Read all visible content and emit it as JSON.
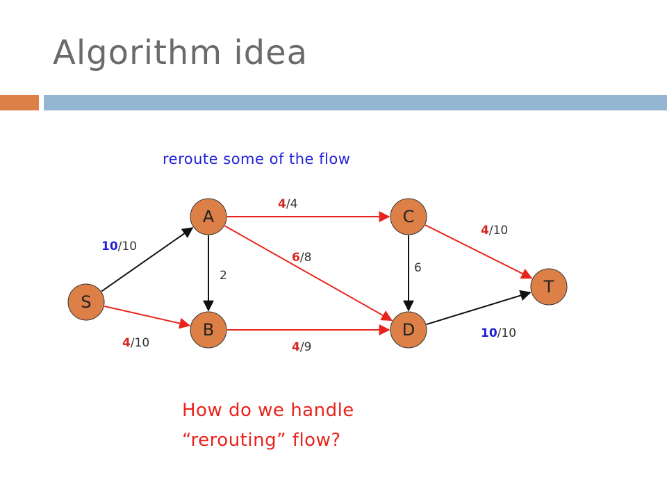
{
  "slide": {
    "title": "Algorithm idea",
    "subtitle": "reroute some of the flow",
    "question": [
      "How do we handle",
      "“rerouting” flow?"
    ]
  },
  "colors": {
    "accent_orange": "#dd8047",
    "accent_blue": "#94b6d2",
    "node_fill": "#dd8047",
    "red_edge": "#e8241c",
    "black_edge": "#111111",
    "subtitle_blue": "#1f1fdb",
    "flow_red": "#d8261f",
    "flow_blue": "#1f1fdb"
  },
  "graph": {
    "nodes": [
      {
        "id": "S",
        "label": "S"
      },
      {
        "id": "A",
        "label": "A"
      },
      {
        "id": "B",
        "label": "B"
      },
      {
        "id": "C",
        "label": "C"
      },
      {
        "id": "D",
        "label": "D"
      },
      {
        "id": "T",
        "label": "T"
      }
    ],
    "edges": [
      {
        "id": "S-A",
        "from": "S",
        "to": "A",
        "color": "black",
        "flow": "10",
        "capacity": "10",
        "flow_color": "blue"
      },
      {
        "id": "S-B",
        "from": "S",
        "to": "B",
        "color": "red",
        "flow": "4",
        "capacity": "10",
        "flow_color": "red"
      },
      {
        "id": "A-B",
        "from": "A",
        "to": "B",
        "color": "black",
        "flow": "",
        "capacity": "2",
        "flow_color": ""
      },
      {
        "id": "A-C",
        "from": "A",
        "to": "C",
        "color": "red",
        "flow": "4",
        "capacity": "4",
        "flow_color": "red"
      },
      {
        "id": "A-D",
        "from": "A",
        "to": "D",
        "color": "red",
        "flow": "6",
        "capacity": "8",
        "flow_color": "red"
      },
      {
        "id": "B-D",
        "from": "B",
        "to": "D",
        "color": "red",
        "flow": "4",
        "capacity": "9",
        "flow_color": "red"
      },
      {
        "id": "C-D",
        "from": "C",
        "to": "D",
        "color": "black",
        "flow": "",
        "capacity": "6",
        "flow_color": ""
      },
      {
        "id": "C-T",
        "from": "C",
        "to": "T",
        "color": "red",
        "flow": "4",
        "capacity": "10",
        "flow_color": "red"
      },
      {
        "id": "D-T",
        "from": "D",
        "to": "T",
        "color": "black",
        "flow": "10",
        "capacity": "10",
        "flow_color": "blue"
      }
    ]
  }
}
